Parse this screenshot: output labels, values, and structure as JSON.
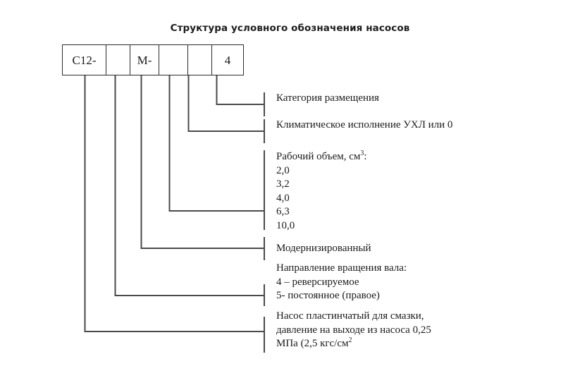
{
  "title": "Структура условного обозначения насосов",
  "code_row": {
    "cells": [
      {
        "text": "C12-",
        "width": 62
      },
      {
        "text": "",
        "width": 34
      },
      {
        "text": "M-",
        "width": 41
      },
      {
        "text": "",
        "width": 41
      },
      {
        "text": "",
        "width": 34
      },
      {
        "text": "4",
        "width": 44
      }
    ]
  },
  "labels": {
    "category": {
      "lines": [
        "Категория размещения"
      ]
    },
    "climatic": {
      "lines": [
        "Климатическое исполнение УХЛ или 0"
      ]
    },
    "working_volume": {
      "heading": "Рабочий объем, см",
      "heading_sup": "3",
      "heading_tail": ":",
      "values": [
        "2,0",
        "3,2",
        "4,0",
        "6,3",
        "10,0"
      ]
    },
    "modernized": {
      "lines": [
        "Модернизированный"
      ]
    },
    "shaft_rotation": {
      "lines": [
        "Направление вращения вала:",
        "4 – реверсируемое",
        "5- постоянное (правое)"
      ]
    },
    "pump_type": {
      "line1": "Насос пластинчатый для смазки,",
      "line2": "давление на выходе из насоса 0,25",
      "line3_pre": "МПа (2,5 кгс/см",
      "line3_sup": "2"
    }
  },
  "colors": {
    "line": "#4a4a4a",
    "box_border": "#2b2b2b",
    "text": "#1a1a1a",
    "background": "#ffffff"
  }
}
